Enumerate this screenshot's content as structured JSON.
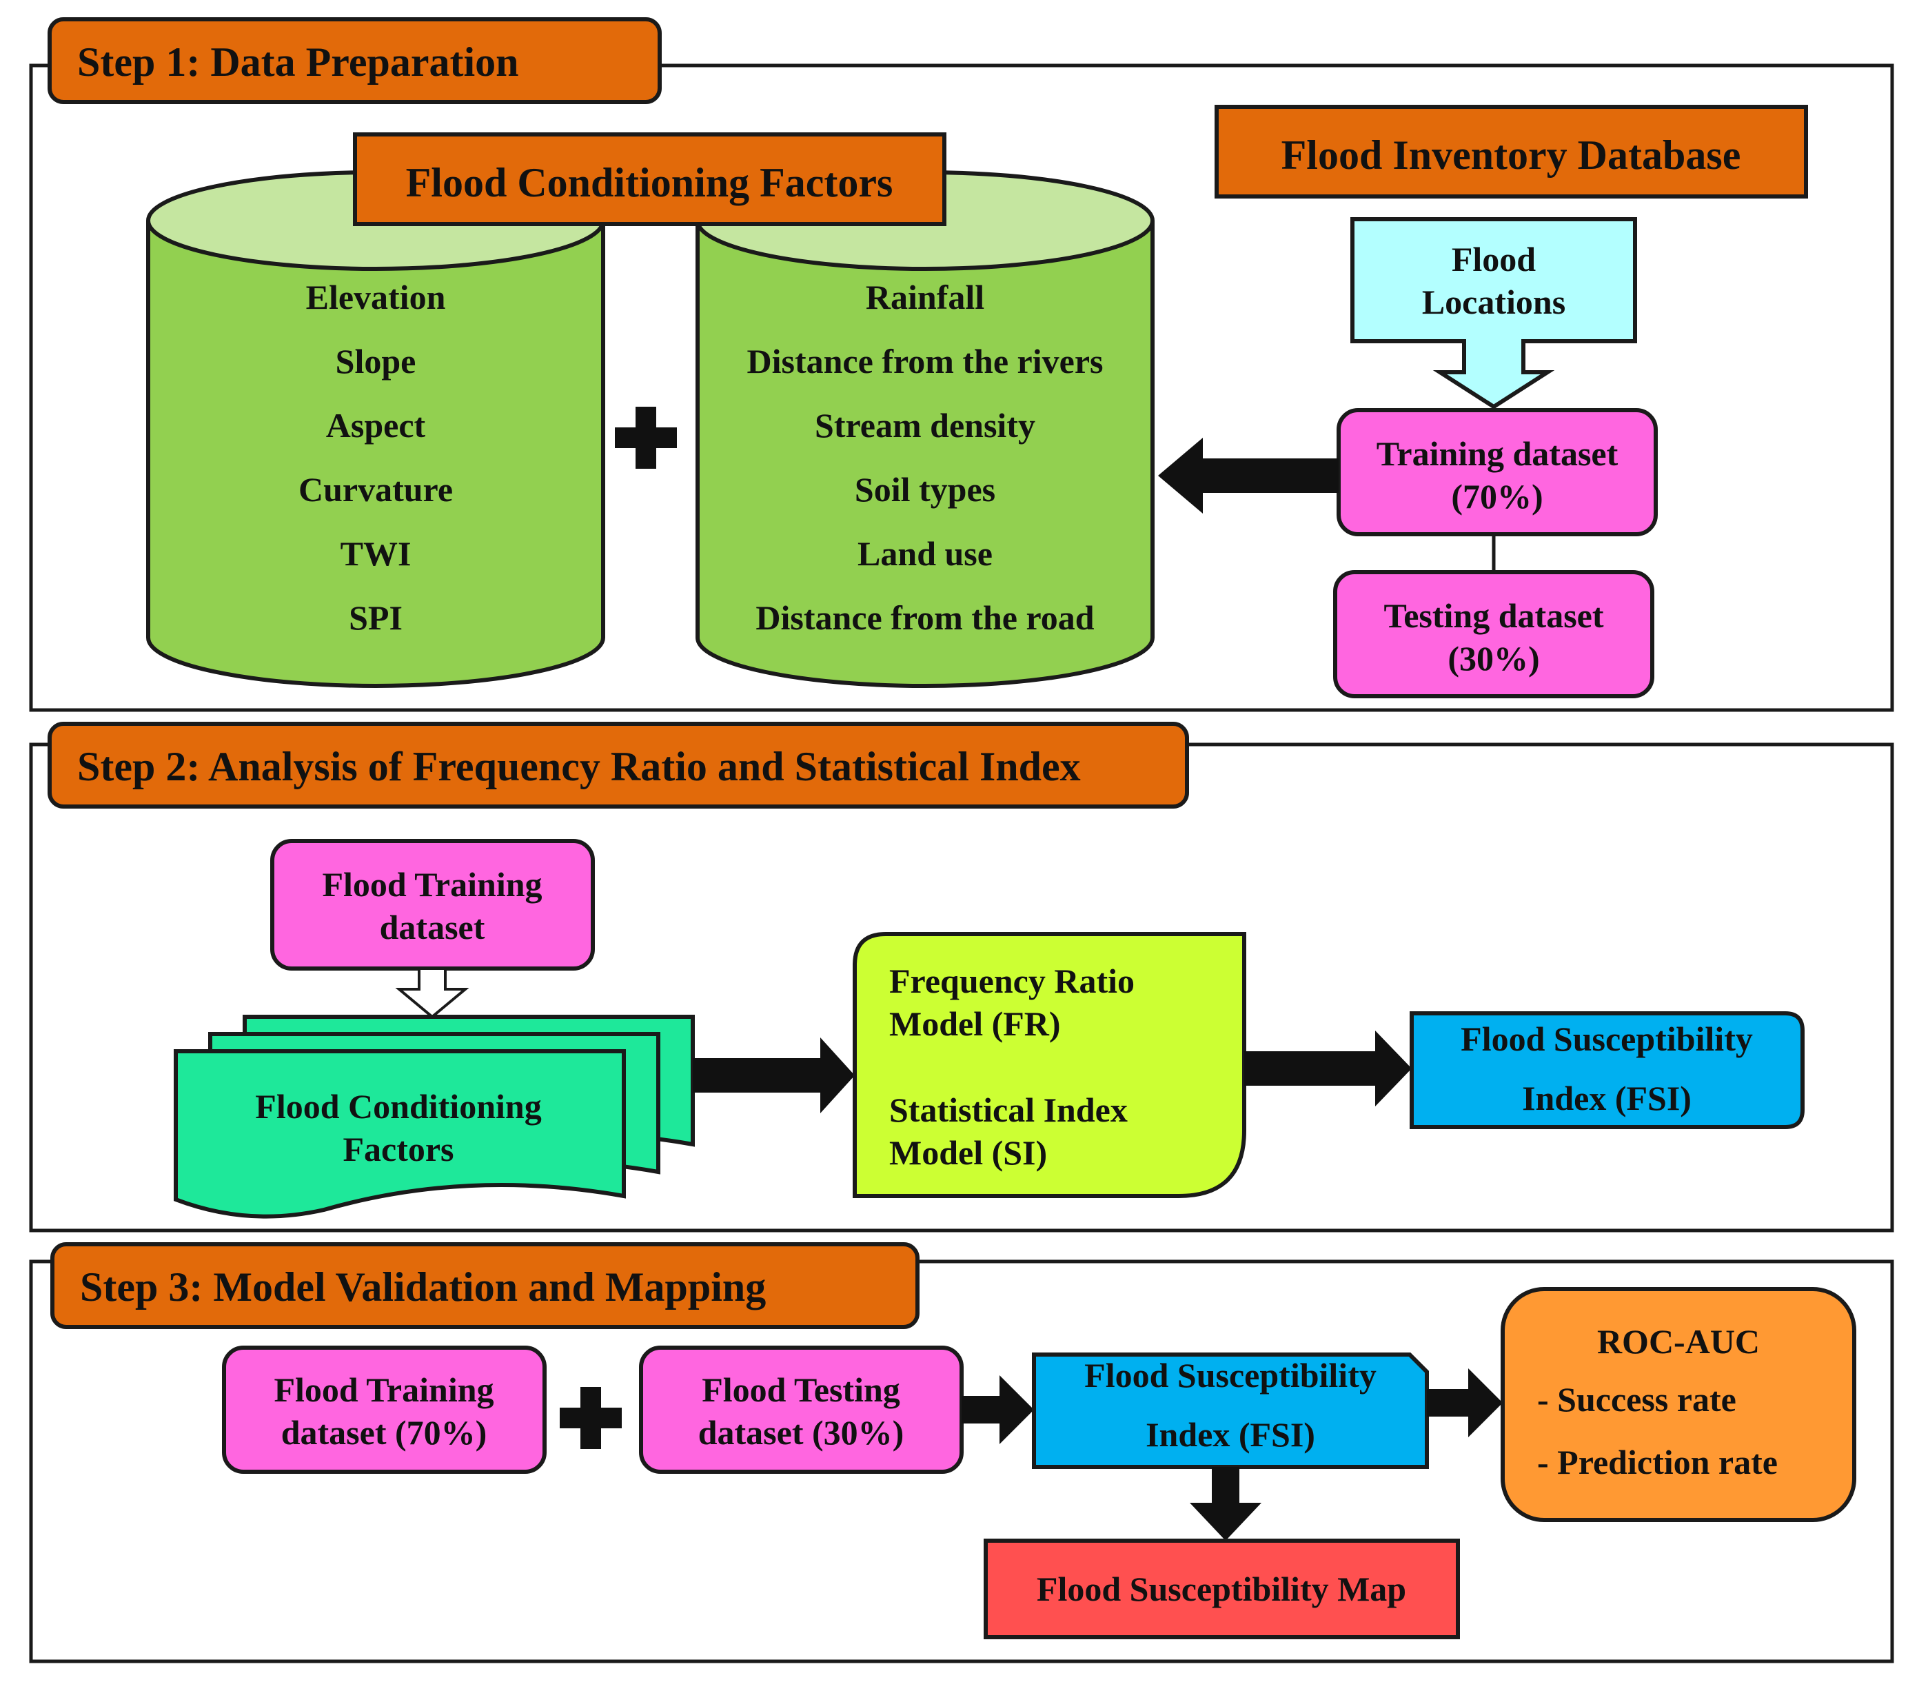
{
  "colors": {
    "step_header": "#E26A0A",
    "cylinder_body": "#92D050",
    "cylinder_top": "#C5E6A0",
    "flood_locations": "#B3FFFF",
    "dataset_pink": "#FF66E0",
    "factors_green": "#1EE89A",
    "model_yellow": "#CCFF33",
    "fsi_blue": "#00B0F0",
    "roc_orange": "#FF9933",
    "map_red": "#FF5050"
  },
  "step1": {
    "header": "Step 1: Data Preparation",
    "factors_title": "Flood Conditioning Factors",
    "left_factors": [
      "Elevation",
      "Slope",
      "Aspect",
      "Curvature",
      "TWI",
      "SPI"
    ],
    "right_factors": [
      "Rainfall",
      "Distance from the rivers",
      "Stream density",
      "Soil types",
      "Land use",
      "Distance from the road"
    ],
    "inventory_title": "Flood Inventory Database",
    "flood_locations": [
      "Flood",
      "Locations"
    ],
    "training": [
      "Training dataset",
      "(70%)"
    ],
    "testing": [
      "Testing dataset",
      "(30%)"
    ]
  },
  "step2": {
    "header": "Step 2: Analysis of Frequency Ratio and Statistical Index",
    "training_box": [
      "Flood Training",
      "dataset"
    ],
    "factors_box": [
      "Flood Conditioning",
      "Factors"
    ],
    "models": [
      "Frequency Ratio",
      "Model  (FR)",
      "Statistical Index",
      "Model (SI)"
    ],
    "fsi": [
      "Flood Susceptibility",
      "Index (FSI)"
    ]
  },
  "step3": {
    "header": "Step 3: Model Validation and Mapping",
    "training_box": [
      "Flood Training",
      "dataset (70%)"
    ],
    "testing_box": [
      "Flood Testing",
      "dataset (30%)"
    ],
    "fsi": [
      "Flood Susceptibility",
      "Index (FSI)"
    ],
    "roc_title": "ROC-AUC",
    "roc_items": [
      "- Success rate",
      "- Prediction rate"
    ],
    "map": "Flood Susceptibility Map"
  }
}
